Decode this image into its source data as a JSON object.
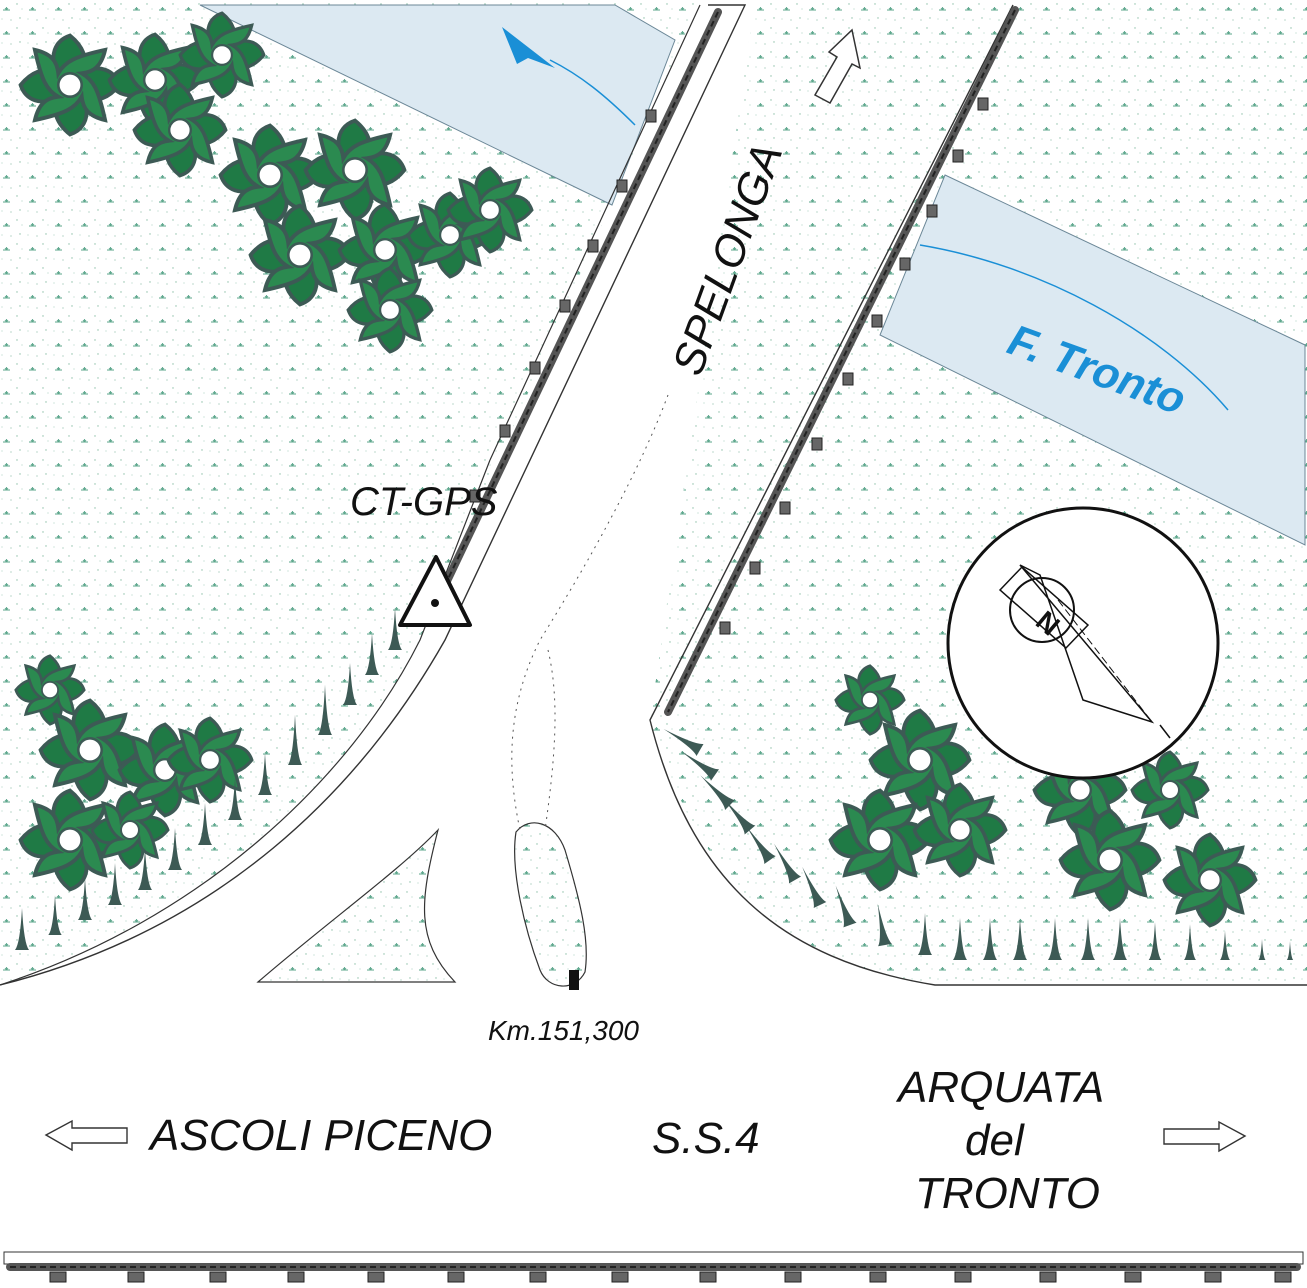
{
  "labels": {
    "side_road": "SPELONGA",
    "river": "F. Tronto",
    "station": "CT-GPS",
    "kilometre_marker": "Km.151,300",
    "west_destination": "ASCOLI PICENO",
    "highway": "S.S.4",
    "east_destination_line1": "ARQUATA",
    "east_destination_line2": "del",
    "east_destination_line3": "TRONTO",
    "compass_letter": "N"
  },
  "colors": {
    "tree_fill": "#1f7a45",
    "tree_stroke": "#3d5a55",
    "river_fill": "#dce9f2",
    "river_label": "#1a8fd6",
    "river_arrow": "#1a8fd6",
    "grass_tick": "#5aa58a",
    "guardrail": "#555555"
  },
  "icons": {
    "station_symbol": "triangle-with-dot-icon",
    "compass": "compass-north-arrow-icon",
    "direction_arrows": "outline-arrow-icon"
  }
}
